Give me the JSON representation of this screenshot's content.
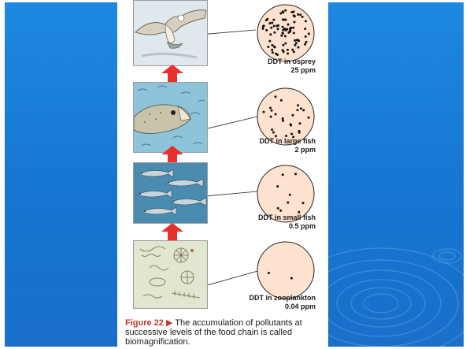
{
  "figure": {
    "levels": [
      {
        "name": "osprey",
        "title": "DDT in osprey",
        "ppm": "25 ppm"
      },
      {
        "name": "large-fish",
        "title": "DDT in large fish",
        "ppm": "2 ppm"
      },
      {
        "name": "small-fish",
        "title": "DDT in small fish",
        "ppm": "0.5 ppm"
      },
      {
        "name": "zooplankton",
        "title": "DDT in zooplankton",
        "ppm": "0.04 ppm"
      }
    ],
    "caption_label": "Figure 22",
    "caption_marker": "▶",
    "caption_text": " The accumulation of pollutants at successive levels of the food chain is called biomagnification."
  },
  "colors": {
    "background": "#1e88e0",
    "arrow": "#e8302a",
    "circle_fill": "#fde3cf",
    "dot": "#111111"
  }
}
